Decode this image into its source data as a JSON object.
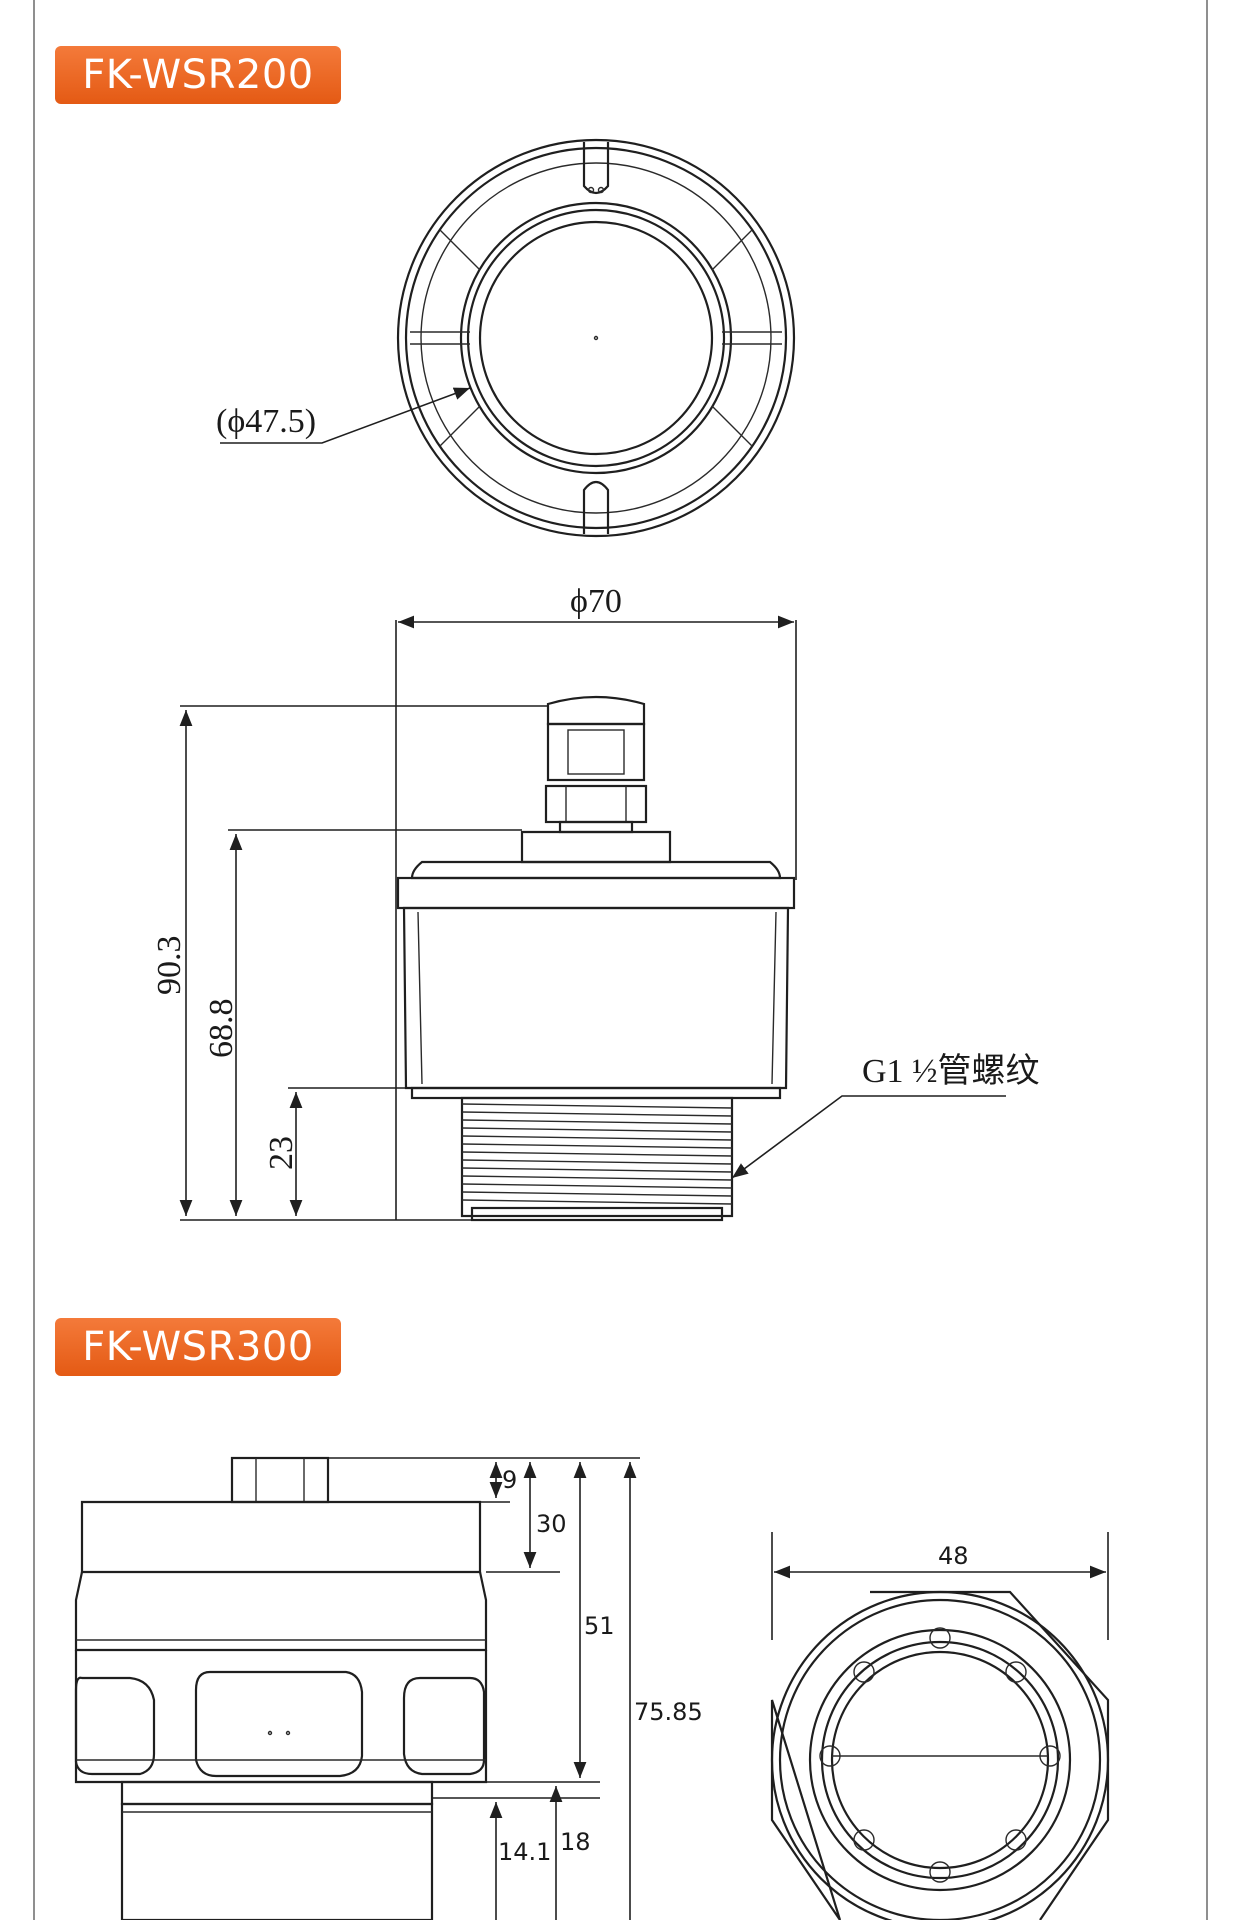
{
  "sections": {
    "wsr200": {
      "title": "FK-WSR200",
      "dims": {
        "inner_dia": "(ϕ47.5)",
        "outer_dia": "ϕ70",
        "height_total": "90.3",
        "height_body": "68.8",
        "height_thread": "23",
        "thread_spec": "G1 ½管螺纹"
      }
    },
    "wsr300": {
      "title": "FK-WSR300",
      "dims": {
        "d9": "9",
        "d30": "30",
        "d51": "51",
        "d75": "75.85",
        "d14": "14.1",
        "d18": "18",
        "width": "48"
      }
    }
  },
  "colors": {
    "badge": "#e8611c",
    "line": "#1f1f1f",
    "frame": "#8f8f8f"
  }
}
